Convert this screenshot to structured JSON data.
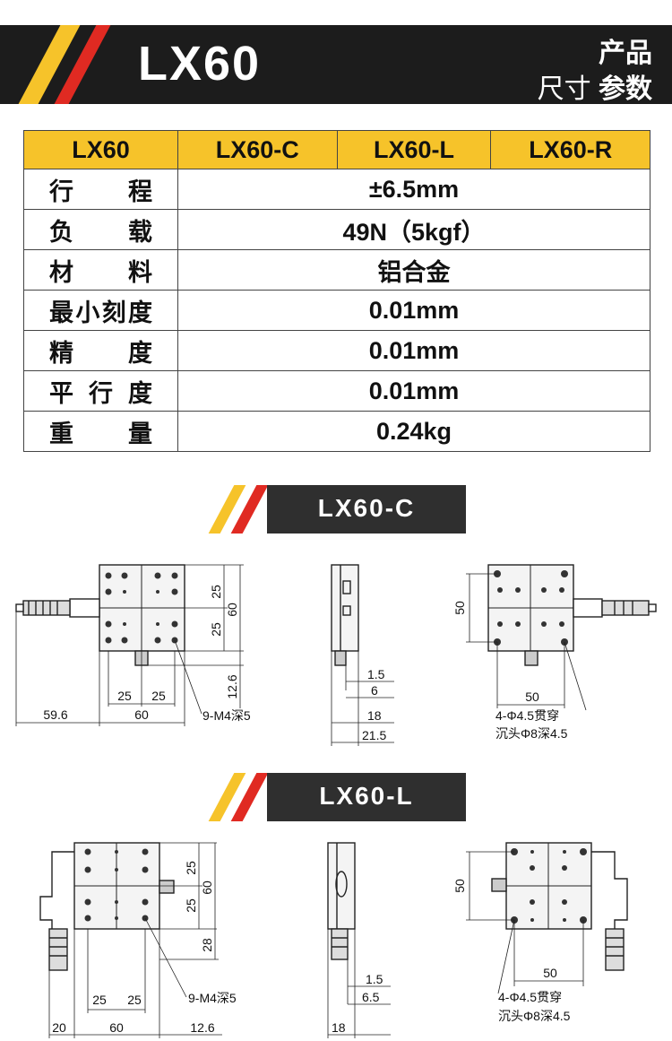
{
  "header": {
    "title": "LX60",
    "tag_top": "产品",
    "tag_bottom_left": "尺寸",
    "tag_bottom_right": "参数"
  },
  "colors": {
    "yellow": "#f6c32a",
    "red": "#e02a22",
    "dark": "#1c1c1c"
  },
  "spec_table": {
    "models": [
      "LX60",
      "LX60-C",
      "LX60-L",
      "LX60-R"
    ],
    "rows": [
      {
        "label": "行程",
        "value": "±6.5mm"
      },
      {
        "label": "负载",
        "value": "49N（5kgf）"
      },
      {
        "label": "材料",
        "value": "铝合金"
      },
      {
        "label": "最小刻度",
        "value": "0.01mm"
      },
      {
        "label": "精度",
        "value": "0.01mm"
      },
      {
        "label": "平行度",
        "value": "0.01mm"
      },
      {
        "label": "重量",
        "value": "0.24kg"
      }
    ]
  },
  "section_c": {
    "name": "LX60-C",
    "front": {
      "dim_25a": "25",
      "dim_25b": "25",
      "dim_60v": "60",
      "dim_12_6": "12.6",
      "dim_25c": "25",
      "dim_25d": "25",
      "dim_59_6": "59.6",
      "dim_60h": "60",
      "note": "9-M4深5"
    },
    "side": {
      "d1": "1.5",
      "d2": "6",
      "d3": "18",
      "d4": "21.5"
    },
    "back": {
      "dim_50v": "50",
      "dim_50h": "50",
      "note1": "4-Φ4.5贯穿",
      "note2": "沉头Φ8深4.5"
    }
  },
  "section_l": {
    "name": "LX60-L",
    "front": {
      "dim_25a": "25",
      "dim_25b": "25",
      "dim_60v": "60",
      "dim_28": "28",
      "dim_25c": "25",
      "dim_25d": "25",
      "dim_20": "20",
      "dim_60h": "60",
      "dim_12_6": "12.6",
      "note": "9-M4深5"
    },
    "side": {
      "d1": "1.5",
      "d2": "6.5",
      "d3": "18"
    },
    "back": {
      "dim_50v": "50",
      "dim_50h": "50",
      "note1": "4-Φ4.5贯穿",
      "note2": "沉头Φ8深4.5"
    }
  }
}
